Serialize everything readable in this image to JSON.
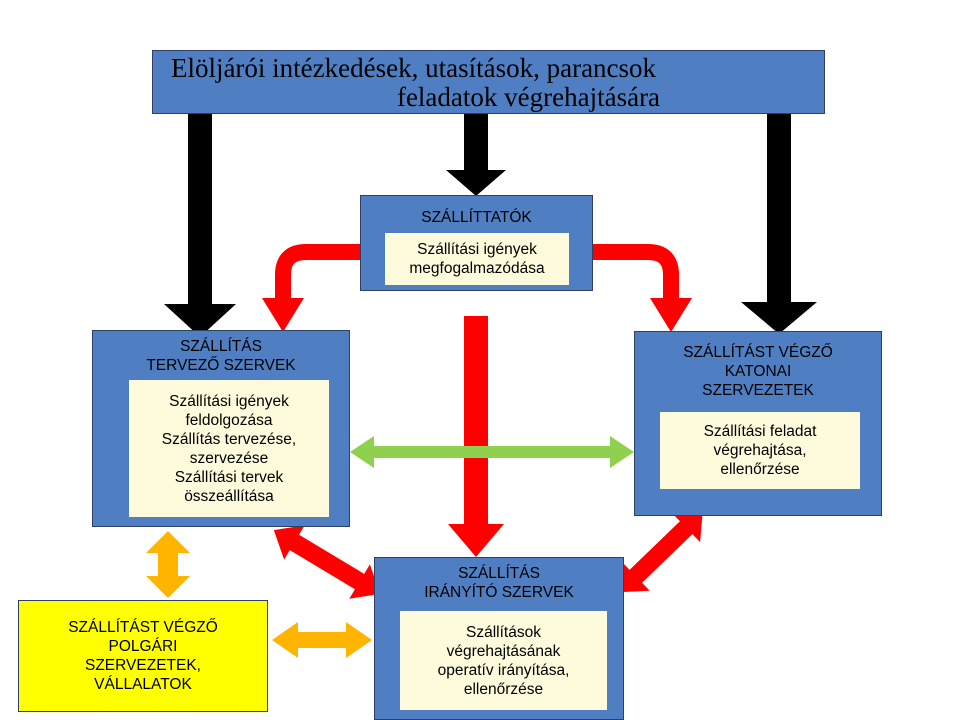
{
  "top": {
    "line1": "Elöljárói intézkedések, utasítások, parancsok",
    "line2": "feladatok végrehajtására"
  },
  "szallittatok": {
    "title": "SZÁLLÍTTATÓK",
    "text": [
      "Szállítási igények",
      "megfogalmazódása"
    ]
  },
  "tervezo": {
    "title": [
      "SZÁLLÍTÁS",
      "TERVEZŐ SZERVEK"
    ],
    "text": [
      "Szállítási igények",
      "feldolgozása",
      "Szállítás tervezése,",
      "szervezése",
      "Szállítási tervek",
      "összeállítása"
    ]
  },
  "katonai": {
    "title": [
      "SZÁLLÍTÁST VÉGZŐ",
      "KATONAI",
      "SZERVEZETEK"
    ],
    "text": [
      "Szállítási feladat",
      "végrehajtása,",
      "ellenőrzése"
    ]
  },
  "iranyito": {
    "title": [
      "SZÁLLÍTÁS",
      "IRÁNYÍTÓ SZERVEK"
    ],
    "text": [
      "Szállítások",
      "végrehajtásának",
      "operatív irányítása,",
      "ellenőrzése"
    ]
  },
  "polgari": {
    "text": [
      "SZÁLLÍTÁST VÉGZŐ",
      "POLGÁRI",
      "SZERVEZETEK,",
      "VÁLLALATOK"
    ]
  },
  "colors": {
    "box_blue": "#4f7fc2",
    "inner_cream": "#fefbdc",
    "civil_yellow": "#ffff00",
    "arrow_black": "#000000",
    "arrow_red": "#ff0000",
    "arrow_green": "#8fd14f",
    "arrow_orange": "#ffb400"
  }
}
